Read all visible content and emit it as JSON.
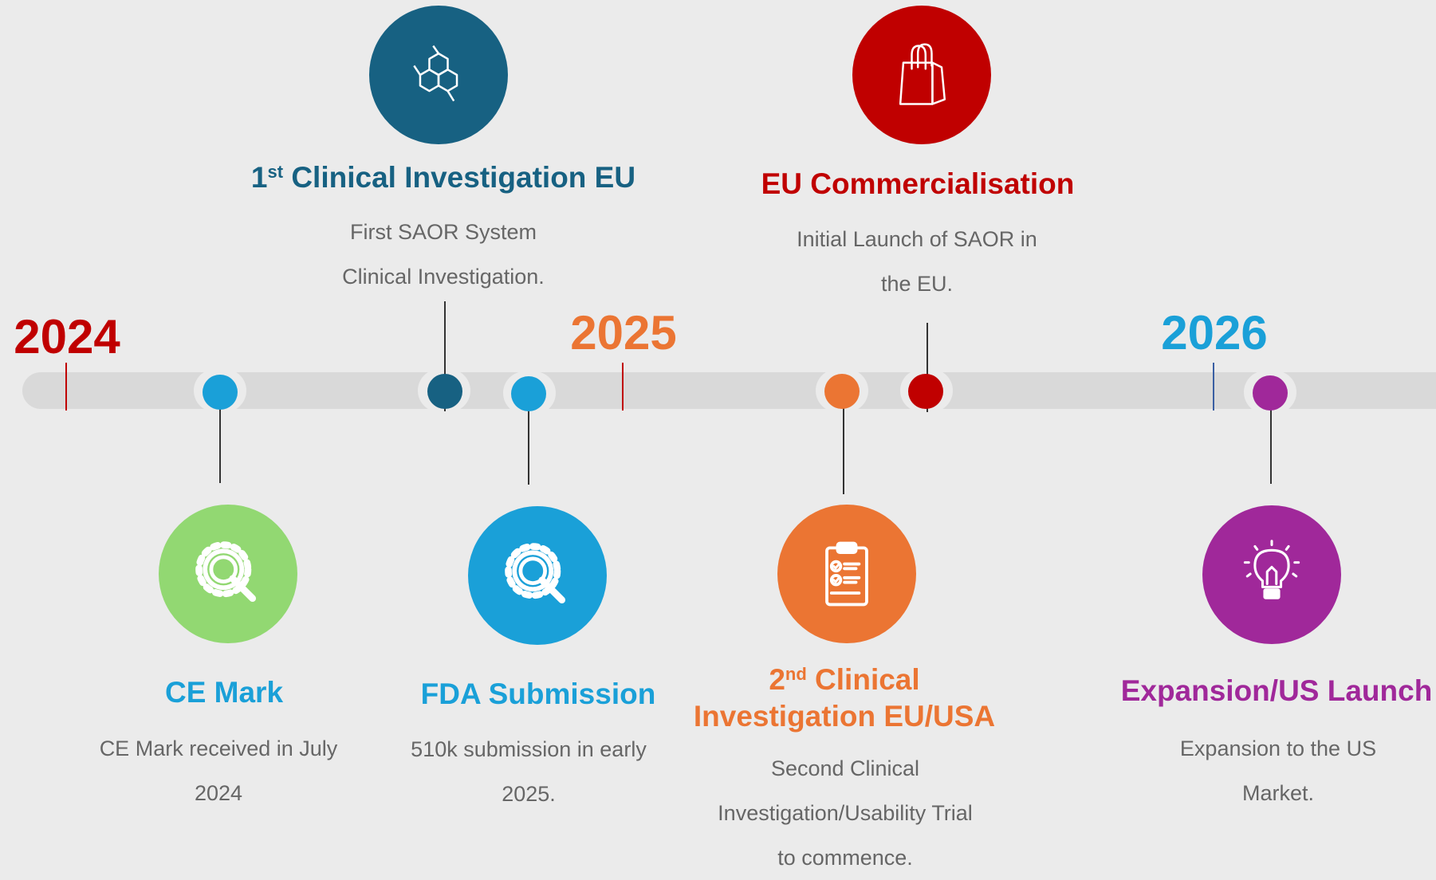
{
  "colors": {
    "red": "#c00000",
    "navy": "#176182",
    "blue": "#1aa0d8",
    "green": "#92d872",
    "orange": "#eb7533",
    "purple": "#a0289a",
    "track": "#d9d9d9",
    "desc_text": "#666666"
  },
  "years": [
    {
      "label": "2024",
      "color": "#c00000"
    },
    {
      "label": "2025",
      "color": "#eb7533"
    },
    {
      "label": "2026",
      "color": "#1aa0d8"
    }
  ],
  "milestones": [
    {
      "title": "CE Mark",
      "color": "#92d872",
      "title_color": "#1aa0d8",
      "dot_color": "#1aa0d8",
      "icon": "gear-magnifier-icon",
      "desc_line1": "CE Mark received in July",
      "desc_line2": "2024"
    },
    {
      "title_prefix": "1",
      "title_sup": "st",
      "title": " Clinical Investigation EU",
      "color": "#176182",
      "dot_color": "#176182",
      "icon": "hexagon-molecule-icon",
      "desc_line1": "First SAOR System",
      "desc_line2": "Clinical Investigation."
    },
    {
      "title": "FDA Submission",
      "color": "#1aa0d8",
      "dot_color": "#1aa0d8",
      "icon": "gear-magnifier-icon",
      "desc_line1": "510k submission in early",
      "desc_line2": "2025."
    },
    {
      "title_prefix": "2",
      "title_sup": "nd",
      "title": " Clinical",
      "title_line2": "Investigation EU/USA",
      "color": "#eb7533",
      "dot_color": "#eb7533",
      "icon": "clipboard-checklist-icon",
      "desc_line1": "Second Clinical",
      "desc_line2": "Investigation/Usability Trial",
      "desc_line3": "to commence."
    },
    {
      "title": "EU Commercialisation",
      "color": "#c00000",
      "dot_color": "#c00000",
      "icon": "shopping-bag-icon",
      "desc_line1": "Initial Launch of SAOR in",
      "desc_line2": "the EU."
    },
    {
      "title": "Expansion/US Launch",
      "color": "#a0289a",
      "dot_color": "#a0289a",
      "icon": "lightbulb-icon",
      "desc_line1": "Expansion to the US",
      "desc_line2": "Market."
    }
  ]
}
